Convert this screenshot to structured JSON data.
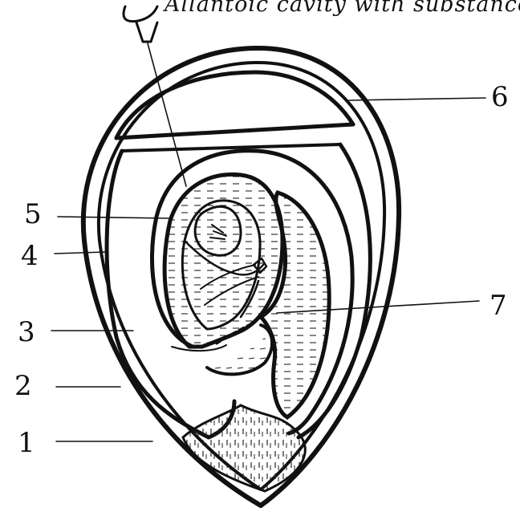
{
  "caption": "Allantoic cavity with substance",
  "labels": {
    "l1": "1",
    "l2": "2",
    "l3": "3",
    "l4": "4",
    "l5": "5",
    "l6": "6",
    "l7": "7"
  },
  "colors": {
    "ink": "#111111",
    "paper": "#ffffff"
  }
}
